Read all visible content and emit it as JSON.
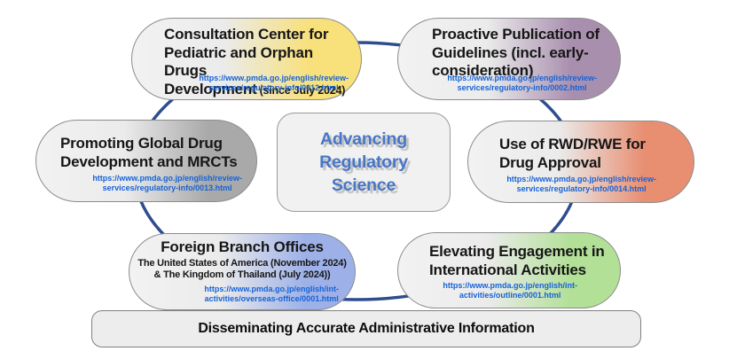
{
  "diagram": {
    "center": {
      "title": "Advancing\nRegulatory\nScience",
      "text_color": "#4876c6"
    },
    "bottom_bar": {
      "label": "Disseminating Accurate Administrative Information"
    },
    "bubbles": [
      {
        "name": "consultation-center-pediatric-orphan-drugs",
        "title": "Consultation Center for\nPediatric and Orphan Drugs\nDevelopment",
        "suffix": "(since July 2024)",
        "url": "https://www.pmda.go.jp/english/review-\nservices/regulatory-info/0012.html",
        "accent": "#f8e07a"
      },
      {
        "name": "proactive-publication-of-guidelines",
        "title": "Proactive Publication of\nGuidelines (incl. early-\nconsideration)",
        "url": "https://www.pmda.go.jp/english/review-\nservices/regulatory-info/0002.html",
        "accent": "#a98fae"
      },
      {
        "name": "promoting-global-drug-development-mrcts",
        "title": "Promoting Global Drug\nDevelopment and MRCTs",
        "url": "https://www.pmda.go.jp/english/review-\nservices/regulatory-info/0013.html",
        "accent": "#a9a9a9"
      },
      {
        "name": "use-of-rwd-rwe-for-drug-approval",
        "title": "Use of RWD/RWE for\nDrug Approval",
        "url": "https://www.pmda.go.jp/english/review-\nservices/regulatory-info/0014.html",
        "accent": "#e88f72"
      },
      {
        "name": "foreign-branch-offices",
        "title": "Foreign Branch Offices",
        "subtitle": "The United States of America (November 2024)\n& The Kingdom of Thailand (July 2024))",
        "url": "https://www.pmda.go.jp/english/int-\nactivities/overseas-office/0001.html",
        "accent": "#9db1e8"
      },
      {
        "name": "elevating-engagement-international-activities",
        "title": "Elevating Engagement in\nInternational Activities",
        "url": "https://www.pmda.go.jp/english/int-\nactivities/outline/0001.html",
        "accent": "#b2e097"
      }
    ],
    "colors": {
      "ring": "#2e4d8f",
      "url_text": "#1663d6",
      "bubble_border": "#8c8c8c"
    }
  }
}
